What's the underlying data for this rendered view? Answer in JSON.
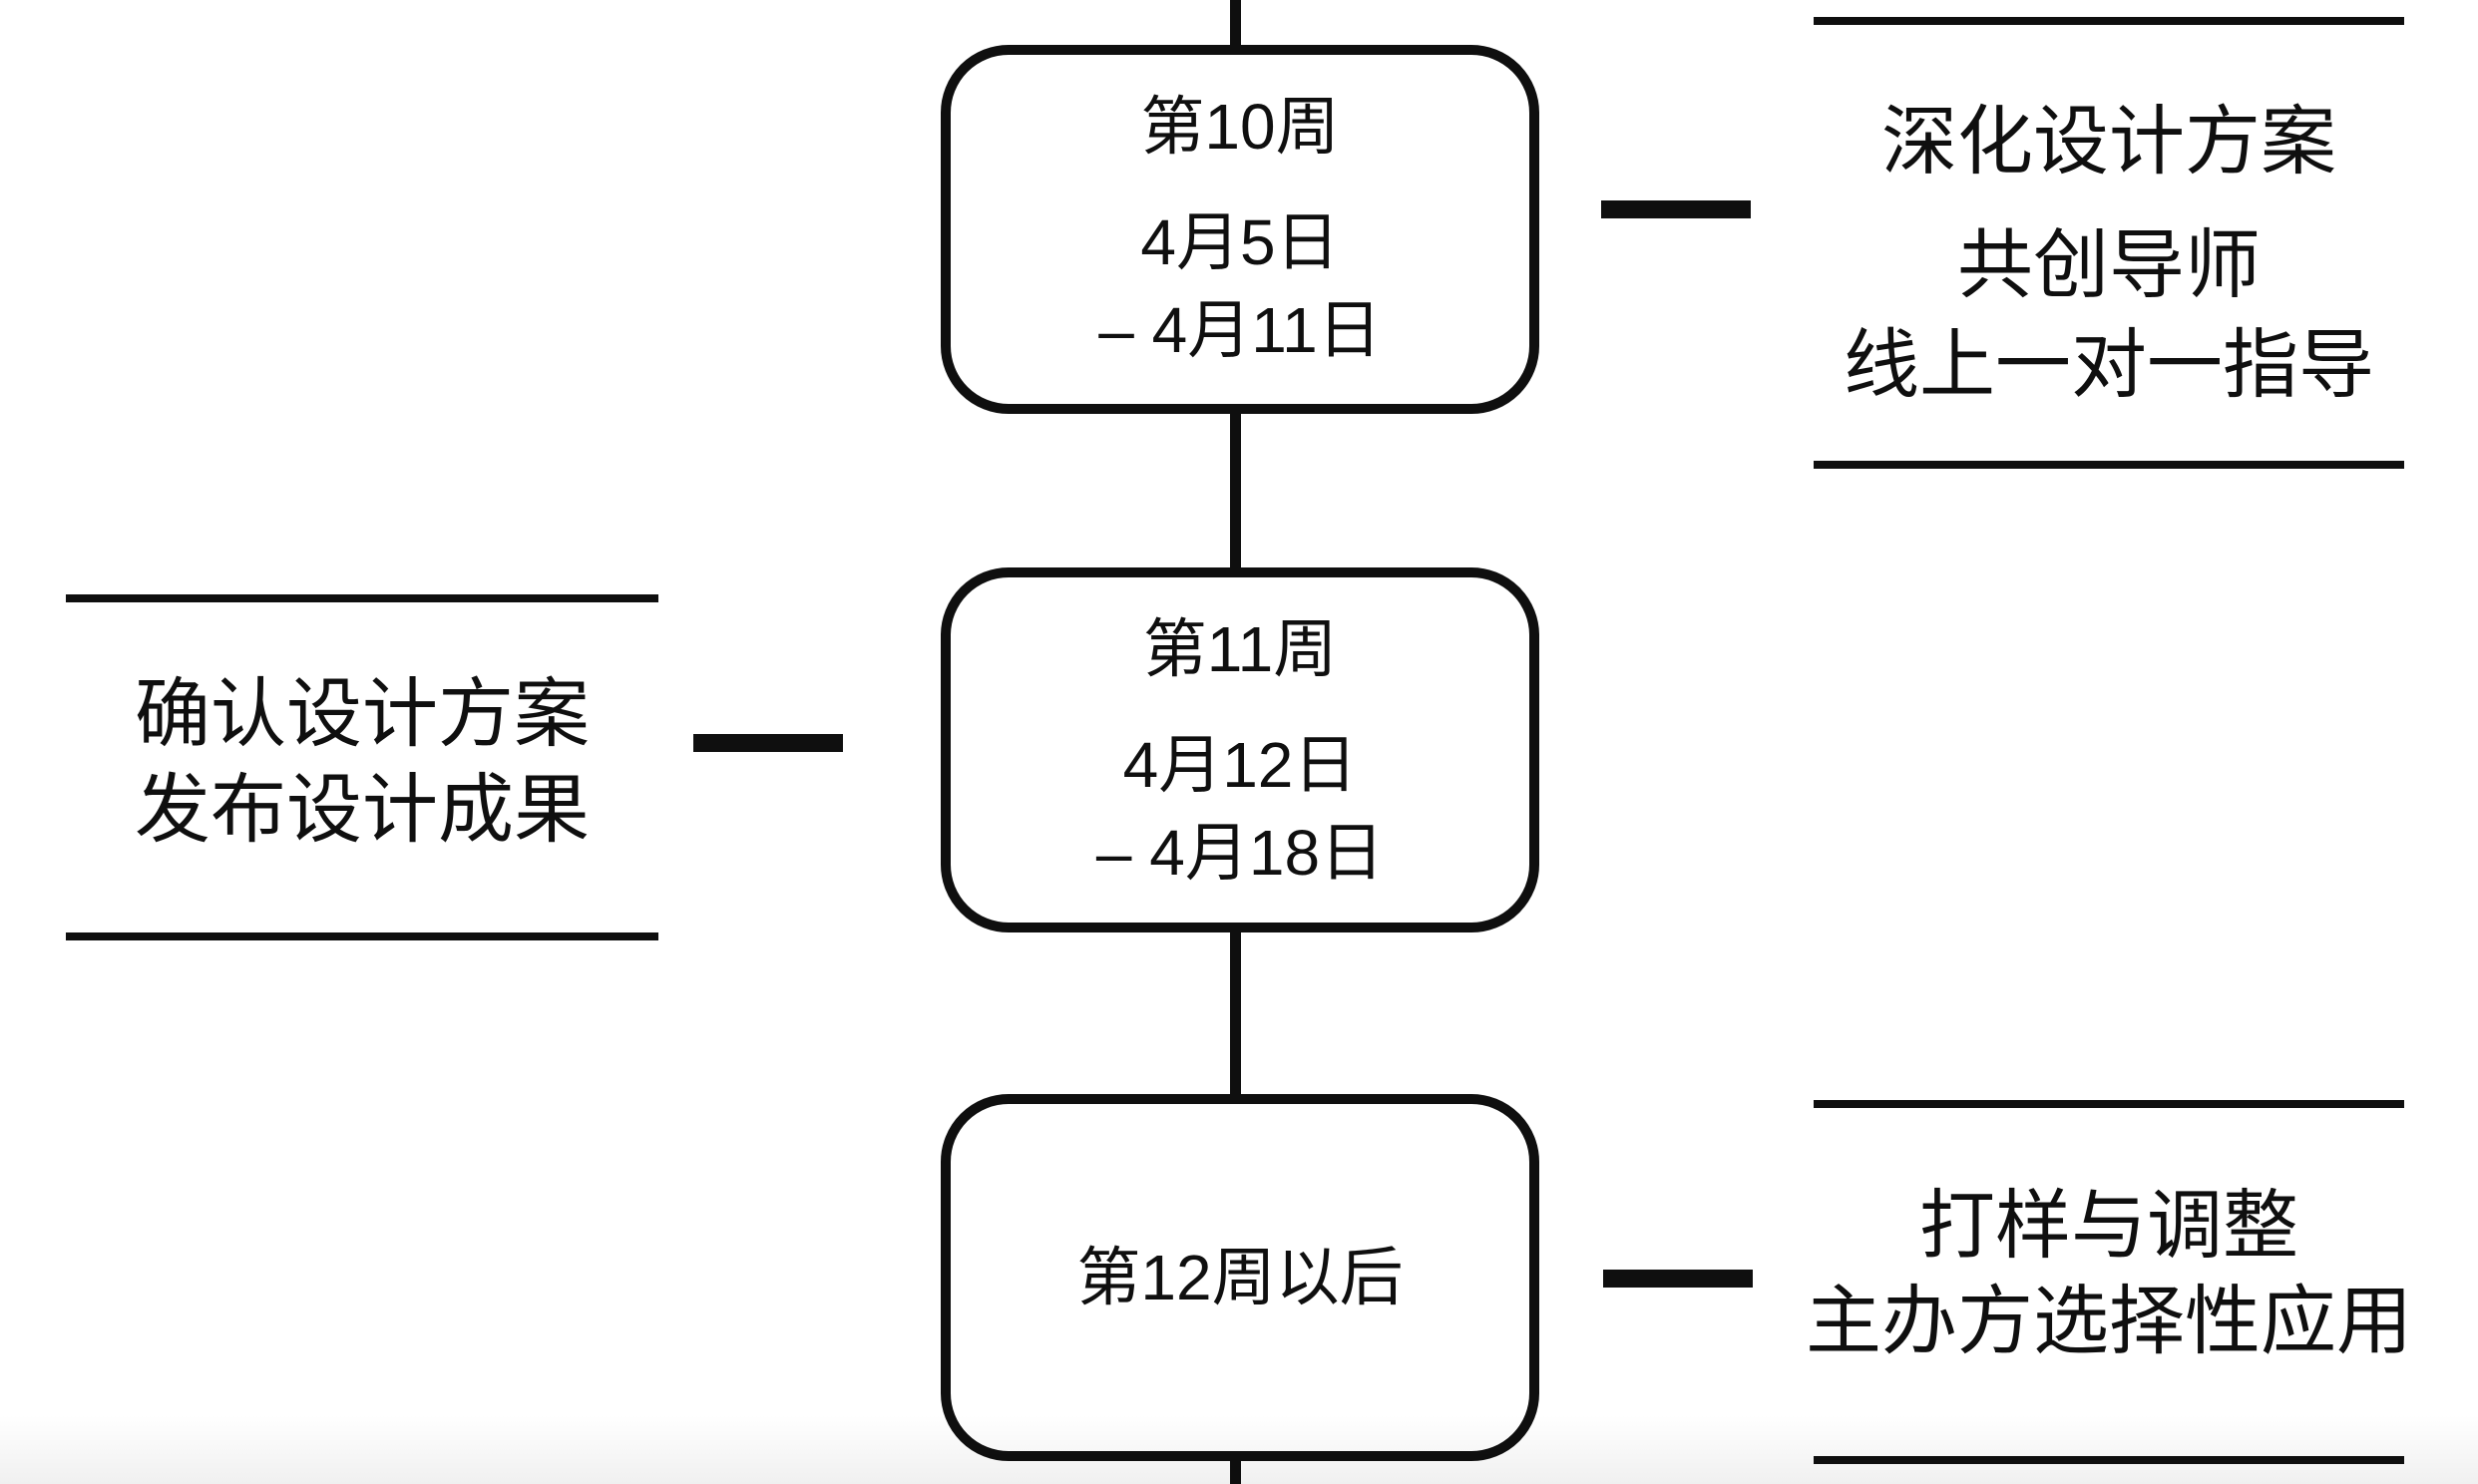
{
  "colors": {
    "stroke": "#0f0f0f",
    "background": "#ffffff"
  },
  "nodes": [
    {
      "title": "第10周",
      "date_line1": "4月5日",
      "date_line2": "– 4月11日"
    },
    {
      "title": "第11周",
      "date_line1": "4月12日",
      "date_line2": "– 4月18日"
    },
    {
      "title": "第12周以后"
    }
  ],
  "annotations": {
    "right_top": {
      "title": "深化设计方案",
      "line1": "共创导师",
      "line2": "线上一对一指导"
    },
    "left_mid": {
      "line1": "确认设计方案",
      "line2": "发布设计成果"
    },
    "right_bottom": {
      "line1": "打样与调整",
      "line2": "主办方选择性应用"
    }
  }
}
